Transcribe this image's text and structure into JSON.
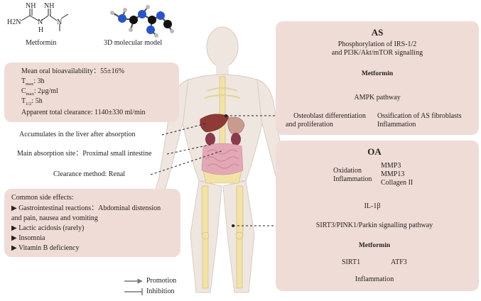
{
  "top": {
    "metformin_label": "Metformin",
    "model_label": "3D molecular model",
    "struct": {
      "nh": "NH",
      "h2n": "H2N",
      "n": "N",
      "h": "H"
    }
  },
  "pk": {
    "bioavailability": "Mean oral bioavailability：55±16%",
    "tmax_a": "T",
    "tmax_sub": "max",
    "tmax_b": ": 3h",
    "cmax_a": "C",
    "cmax_sub": "max",
    "cmax_b": ": 2μg/ml",
    "thalf_a": "T",
    "thalf_sub": "1/2",
    "thalf_b": ": 5h",
    "clearance": "Apparent total clearance: 1140±330 ml/min"
  },
  "body_labels": {
    "liver": "Accumulates in the liver after absorption",
    "absorption": "Main absorption site：Proximal small intestine",
    "renal": "Clearance method: Renal"
  },
  "side_effects": {
    "title": "Common side effects:",
    "items": [
      "▶ Gastrointestinal reactions：Abdominal distension",
      "and pain, nausea and vomiting",
      "▶ Lactic acidosis (rarely)",
      "▶ Insomnia",
      "▶ Vitamin B deficiency"
    ]
  },
  "legend": {
    "promotion": "Promotion",
    "inhibition": "Inhibition"
  },
  "as_panel": {
    "title": "AS",
    "phospho_1": "Phosphorylation of IRS-1/2",
    "phospho_2": "and PI3K/Akt/mTOR signalling",
    "metformin": "Metformin",
    "ampk": "AMPK pathway",
    "osteo_1": "Osteoblast differentiation",
    "osteo_2": "and proliferation",
    "ossif_1": "Ossification of AS fibroblasts",
    "ossif_2": "Inflammation"
  },
  "oa_panel": {
    "title": "OA",
    "ox": "Oxidation",
    "infl": "Inflammation",
    "mmp3": "MMP3",
    "mmp13": "MMP13",
    "col2": "Collagen II",
    "il1b": "IL-1β",
    "sirt3": "SIRT3/PINK1/Parkin signalling pathway",
    "metformin": "Metformin",
    "sirt1": "SIRT1",
    "atf3": "ATF3",
    "inflammation": "Inflammation"
  },
  "colors": {
    "panel": "#f0dcd6",
    "arrow": "#777777",
    "body": "#efe6e0",
    "bone": "#f2e2a6"
  }
}
